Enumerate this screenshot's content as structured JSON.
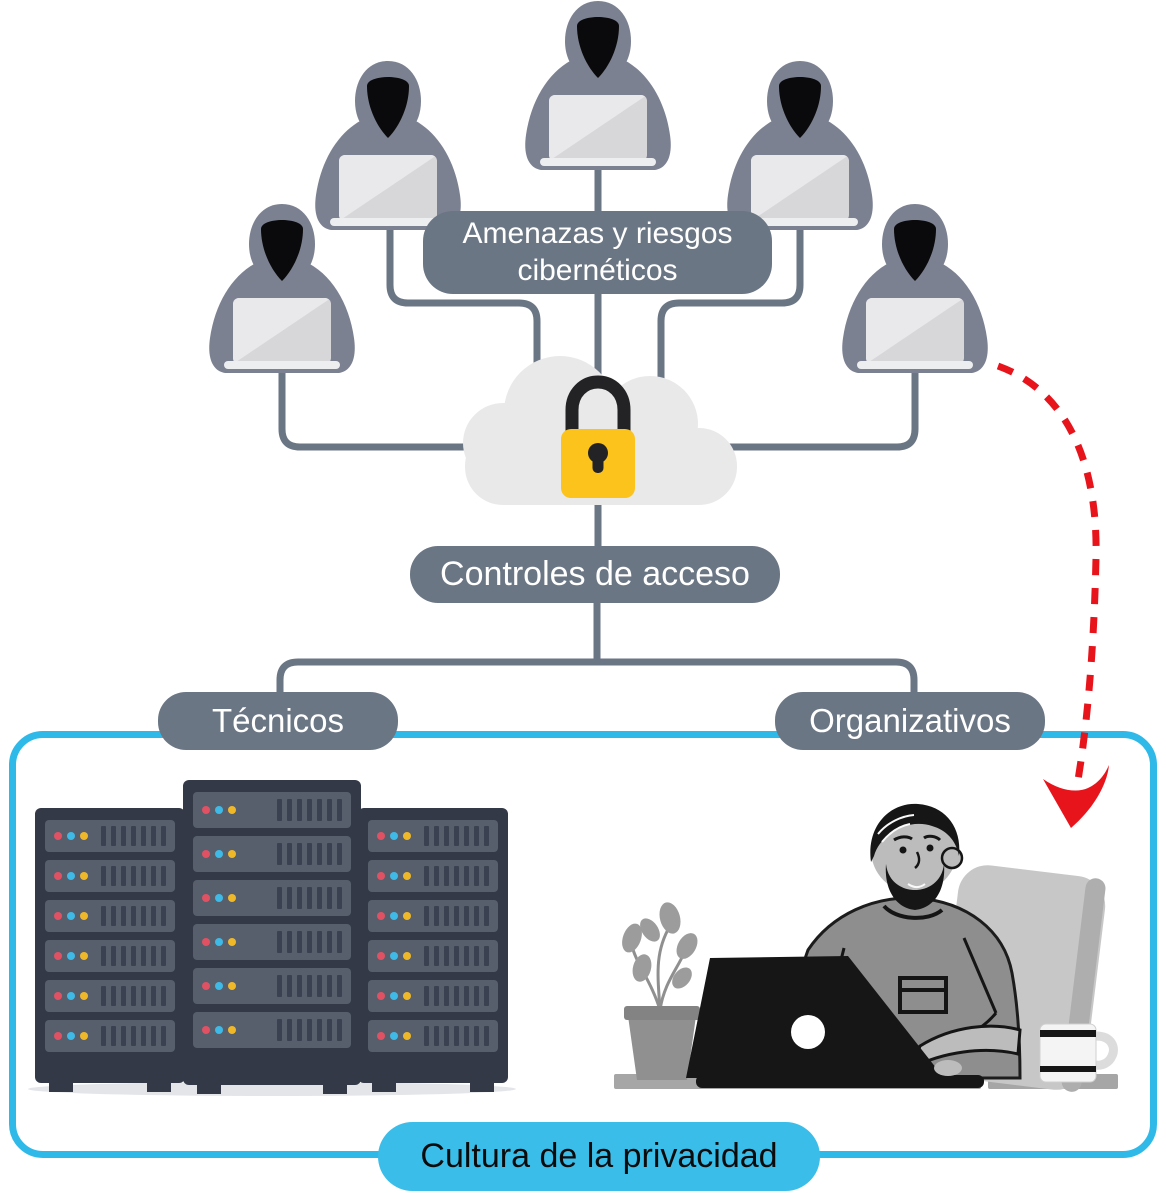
{
  "diagram": {
    "type": "cybersecurity-infographic",
    "language": "es",
    "nodes": {
      "threats": {
        "line1": "Amenazas y riesgos",
        "line2": "cibernéticos"
      },
      "access_controls": {
        "label": "Controles de acceso"
      },
      "technical": {
        "label": "Técnicos"
      },
      "organizational": {
        "label": "Organizativos"
      },
      "privacy_culture": {
        "label": "Cultura de la privacidad"
      }
    },
    "figures": {
      "hackers": {
        "count": 5,
        "icon": "hooded-hacker-laptop-icon"
      },
      "cloud": {
        "icon": "cloud-icon"
      },
      "lock": {
        "icon": "padlock-icon"
      },
      "servers": {
        "icon": "server-rack-icon",
        "racks": 3,
        "units_per_rack": 6,
        "leds_per_unit": 3,
        "slats_per_unit": 7
      },
      "person": {
        "icon": "person-working-laptop-icon"
      },
      "attack_arrow": {
        "icon": "red-dashed-arrow-icon"
      }
    },
    "colors": {
      "node_gray": "#6b7685",
      "connector_gray": "#6b7685",
      "box_blue": "#2fb9e9",
      "pill_blue": "#3bbde9",
      "arrow_red": "#e8141c",
      "lock_yellow": "#fbc31c",
      "hoodie_gray": "#7b8191",
      "rack_frame": "#333947",
      "rack_unit": "#575e6c",
      "led_red": "#e05263",
      "led_blue": "#3fb9e6",
      "led_yellow": "#efb829"
    }
  }
}
